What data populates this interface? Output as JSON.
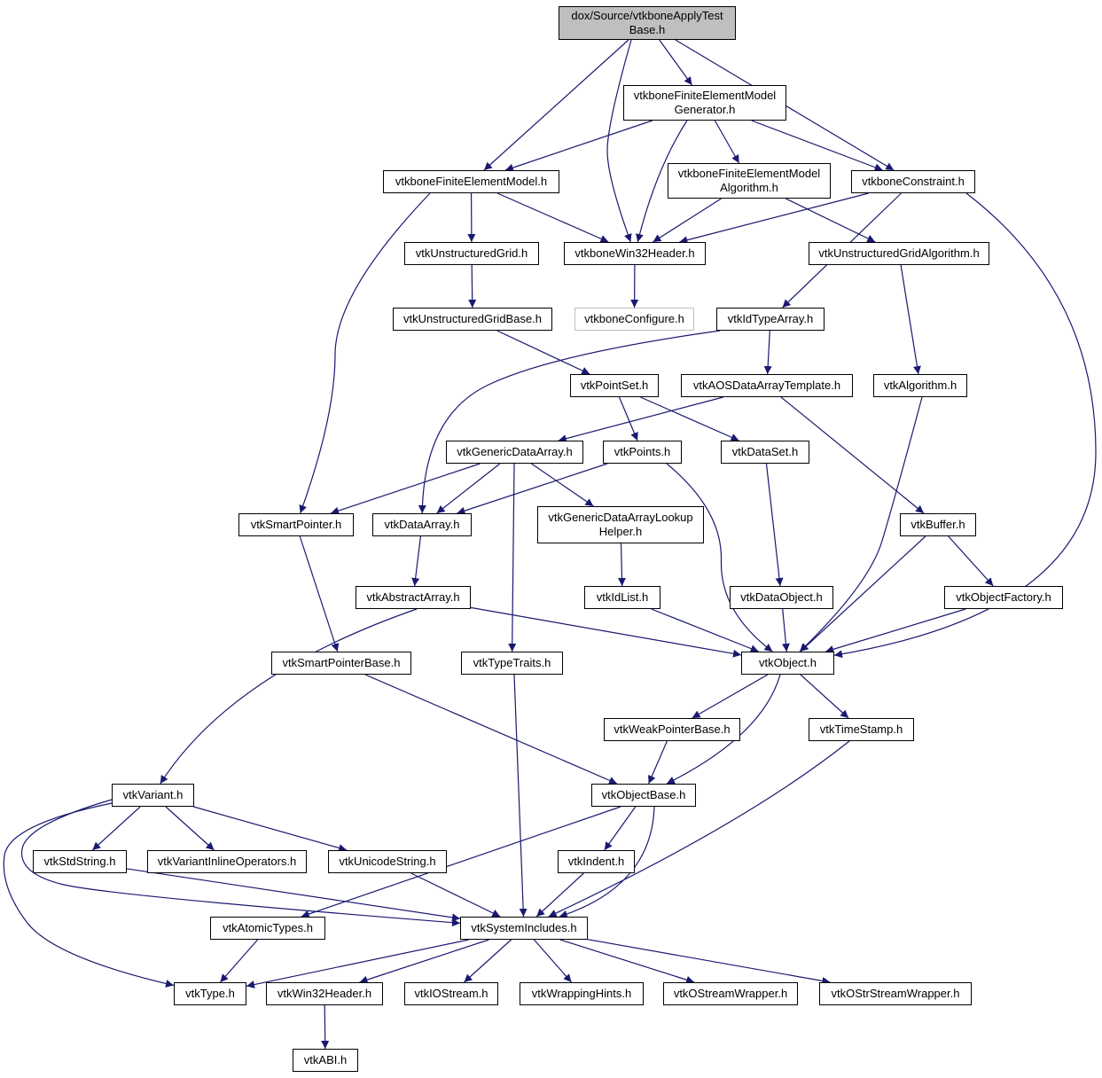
{
  "colors": {
    "edge": "#191970",
    "root_fill": "#bfbfbf",
    "external_border": "#bfbfbf"
  },
  "nodes": [
    {
      "id": "root",
      "label": "dox/Source/vtkboneApplyTest\nBase.h"
    },
    {
      "id": "femgen",
      "label": "vtkboneFiniteElementModel\nGenerator.h"
    },
    {
      "id": "fem",
      "label": "vtkboneFiniteElementModel.h"
    },
    {
      "id": "femalg",
      "label": "vtkboneFiniteElementModel\nAlgorithm.h"
    },
    {
      "id": "constraint",
      "label": "vtkboneConstraint.h"
    },
    {
      "id": "ugrid",
      "label": "vtkUnstructuredGrid.h"
    },
    {
      "id": "win32hdr",
      "label": "vtkboneWin32Header.h"
    },
    {
      "id": "ugridalg",
      "label": "vtkUnstructuredGridAlgorithm.h"
    },
    {
      "id": "configure",
      "label": "vtkboneConfigure.h"
    },
    {
      "id": "ugridbase",
      "label": "vtkUnstructuredGridBase.h"
    },
    {
      "id": "idtypearray",
      "label": "vtkIdTypeArray.h"
    },
    {
      "id": "pointset",
      "label": "vtkPointSet.h"
    },
    {
      "id": "aos",
      "label": "vtkAOSDataArrayTemplate.h"
    },
    {
      "id": "algorithm",
      "label": "vtkAlgorithm.h"
    },
    {
      "id": "gendataarray",
      "label": "vtkGenericDataArray.h"
    },
    {
      "id": "points",
      "label": "vtkPoints.h"
    },
    {
      "id": "dataset",
      "label": "vtkDataSet.h"
    },
    {
      "id": "smartptr",
      "label": "vtkSmartPointer.h"
    },
    {
      "id": "dataarray",
      "label": "vtkDataArray.h"
    },
    {
      "id": "lookup",
      "label": "vtkGenericDataArrayLookup\nHelper.h"
    },
    {
      "id": "buffer",
      "label": "vtkBuffer.h"
    },
    {
      "id": "abstractarray",
      "label": "vtkAbstractArray.h"
    },
    {
      "id": "idlist",
      "label": "vtkIdList.h"
    },
    {
      "id": "dataobject",
      "label": "vtkDataObject.h"
    },
    {
      "id": "objfactory",
      "label": "vtkObjectFactory.h"
    },
    {
      "id": "smartptrbase",
      "label": "vtkSmartPointerBase.h"
    },
    {
      "id": "typetraits",
      "label": "vtkTypeTraits.h"
    },
    {
      "id": "object",
      "label": "vtkObject.h"
    },
    {
      "id": "weakptrbase",
      "label": "vtkWeakPointerBase.h"
    },
    {
      "id": "timestamp",
      "label": "vtkTimeStamp.h"
    },
    {
      "id": "variant",
      "label": "vtkVariant.h"
    },
    {
      "id": "objectbase",
      "label": "vtkObjectBase.h"
    },
    {
      "id": "stdstring",
      "label": "vtkStdString.h"
    },
    {
      "id": "variantops",
      "label": "vtkVariantInlineOperators.h"
    },
    {
      "id": "unicodestring",
      "label": "vtkUnicodeString.h"
    },
    {
      "id": "indent",
      "label": "vtkIndent.h"
    },
    {
      "id": "atomictypes",
      "label": "vtkAtomicTypes.h"
    },
    {
      "id": "sysincludes",
      "label": "vtkSystemIncludes.h"
    },
    {
      "id": "type",
      "label": "vtkType.h"
    },
    {
      "id": "win32header",
      "label": "vtkWin32Header.h"
    },
    {
      "id": "iostream",
      "label": "vtkIOStream.h"
    },
    {
      "id": "wrapping",
      "label": "vtkWrappingHints.h"
    },
    {
      "id": "ostreamwrap",
      "label": "vtkOStreamWrapper.h"
    },
    {
      "id": "ostrstreamwrap",
      "label": "vtkOStrStreamWrapper.h"
    },
    {
      "id": "abi",
      "label": "vtkABI.h"
    }
  ],
  "edges": [
    [
      "root",
      "fem"
    ],
    [
      "root",
      "win32hdr"
    ],
    [
      "root",
      "femgen"
    ],
    [
      "root",
      "constraint"
    ],
    [
      "femgen",
      "fem"
    ],
    [
      "femgen",
      "win32hdr"
    ],
    [
      "femgen",
      "femalg"
    ],
    [
      "femgen",
      "constraint"
    ],
    [
      "fem",
      "ugrid"
    ],
    [
      "fem",
      "win32hdr"
    ],
    [
      "fem",
      "smartptr"
    ],
    [
      "femalg",
      "win32hdr"
    ],
    [
      "femalg",
      "ugridalg"
    ],
    [
      "constraint",
      "win32hdr"
    ],
    [
      "constraint",
      "idtypearray"
    ],
    [
      "constraint",
      "object"
    ],
    [
      "ugrid",
      "ugridbase"
    ],
    [
      "win32hdr",
      "configure"
    ],
    [
      "ugridalg",
      "algorithm"
    ],
    [
      "ugridbase",
      "pointset"
    ],
    [
      "idtypearray",
      "aos"
    ],
    [
      "idtypearray",
      "dataarray"
    ],
    [
      "pointset",
      "points"
    ],
    [
      "pointset",
      "dataset"
    ],
    [
      "aos",
      "gendataarray"
    ],
    [
      "aos",
      "buffer"
    ],
    [
      "algorithm",
      "object"
    ],
    [
      "gendataarray",
      "smartptr"
    ],
    [
      "gendataarray",
      "dataarray"
    ],
    [
      "gendataarray",
      "lookup"
    ],
    [
      "gendataarray",
      "typetraits"
    ],
    [
      "points",
      "dataarray"
    ],
    [
      "points",
      "object"
    ],
    [
      "dataset",
      "dataobject"
    ],
    [
      "smartptr",
      "smartptrbase"
    ],
    [
      "dataarray",
      "abstractarray"
    ],
    [
      "lookup",
      "idlist"
    ],
    [
      "buffer",
      "object"
    ],
    [
      "buffer",
      "objfactory"
    ],
    [
      "abstractarray",
      "object"
    ],
    [
      "abstractarray",
      "variant"
    ],
    [
      "idlist",
      "object"
    ],
    [
      "dataobject",
      "object"
    ],
    [
      "objfactory",
      "object"
    ],
    [
      "smartptrbase",
      "objectbase"
    ],
    [
      "typetraits",
      "sysincludes"
    ],
    [
      "object",
      "weakptrbase"
    ],
    [
      "object",
      "timestamp"
    ],
    [
      "object",
      "objectbase"
    ],
    [
      "weakptrbase",
      "objectbase"
    ],
    [
      "timestamp",
      "sysincludes"
    ],
    [
      "variant",
      "stdstring"
    ],
    [
      "variant",
      "variantops"
    ],
    [
      "variant",
      "unicodestring"
    ],
    [
      "variant",
      "sysincludes"
    ],
    [
      "variant",
      "type"
    ],
    [
      "objectbase",
      "indent"
    ],
    [
      "objectbase",
      "atomictypes"
    ],
    [
      "objectbase",
      "sysincludes"
    ],
    [
      "stdstring",
      "sysincludes"
    ],
    [
      "unicodestring",
      "sysincludes"
    ],
    [
      "indent",
      "sysincludes"
    ],
    [
      "atomictypes",
      "type"
    ],
    [
      "sysincludes",
      "type"
    ],
    [
      "sysincludes",
      "win32header"
    ],
    [
      "sysincludes",
      "iostream"
    ],
    [
      "sysincludes",
      "wrapping"
    ],
    [
      "sysincludes",
      "ostreamwrap"
    ],
    [
      "sysincludes",
      "ostrstreamwrap"
    ],
    [
      "win32header",
      "abi"
    ]
  ]
}
